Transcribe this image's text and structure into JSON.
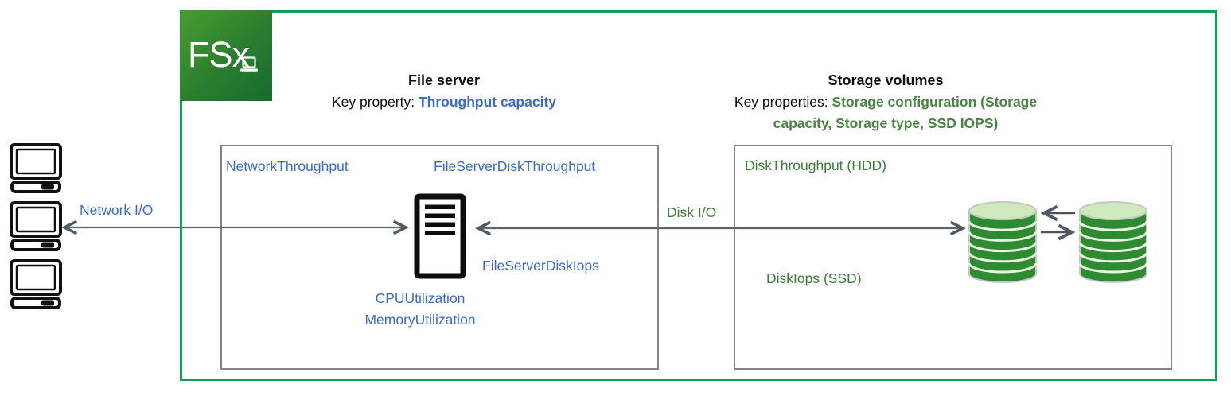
{
  "logo": {
    "label": "FSx",
    "icon": "laptop-icon"
  },
  "file_server": {
    "title": "File server",
    "key_prefix": "Key property: ",
    "key_value": "Throughput capacity",
    "metric_network_throughput": "NetworkThroughput",
    "metric_disk_throughput": "FileServerDiskThroughput",
    "metric_disk_iops": "FileServerDiskIops",
    "metric_cpu": "CPUUtilization",
    "metric_memory": "MemoryUtilization"
  },
  "storage_volumes": {
    "title": "Storage volumes",
    "key_prefix": "Key properties: ",
    "key_value": "Storage configuration (Storage capacity, Storage type, SSD IOPS)",
    "metric_disk_throughput": "DiskThroughput (HDD)",
    "metric_disk_iops": "DiskIops (SSD)"
  },
  "arrows": {
    "network_io_label": "Network I/O",
    "disk_io_label": "Disk I/O"
  },
  "colors": {
    "accent_blue": "#3a6cc6",
    "accent_green_label": "#3e7e39",
    "accent_green_header": "#478540",
    "outer_border_green": "#09a350",
    "box_border_gray": "#838383",
    "arrow_gray": "#5b6570",
    "logo_green_start": "#4a9c31",
    "logo_green_end": "#176b2f",
    "disk_body_green": "#2f8b31",
    "disk_top_green": "#cfe9bd"
  }
}
